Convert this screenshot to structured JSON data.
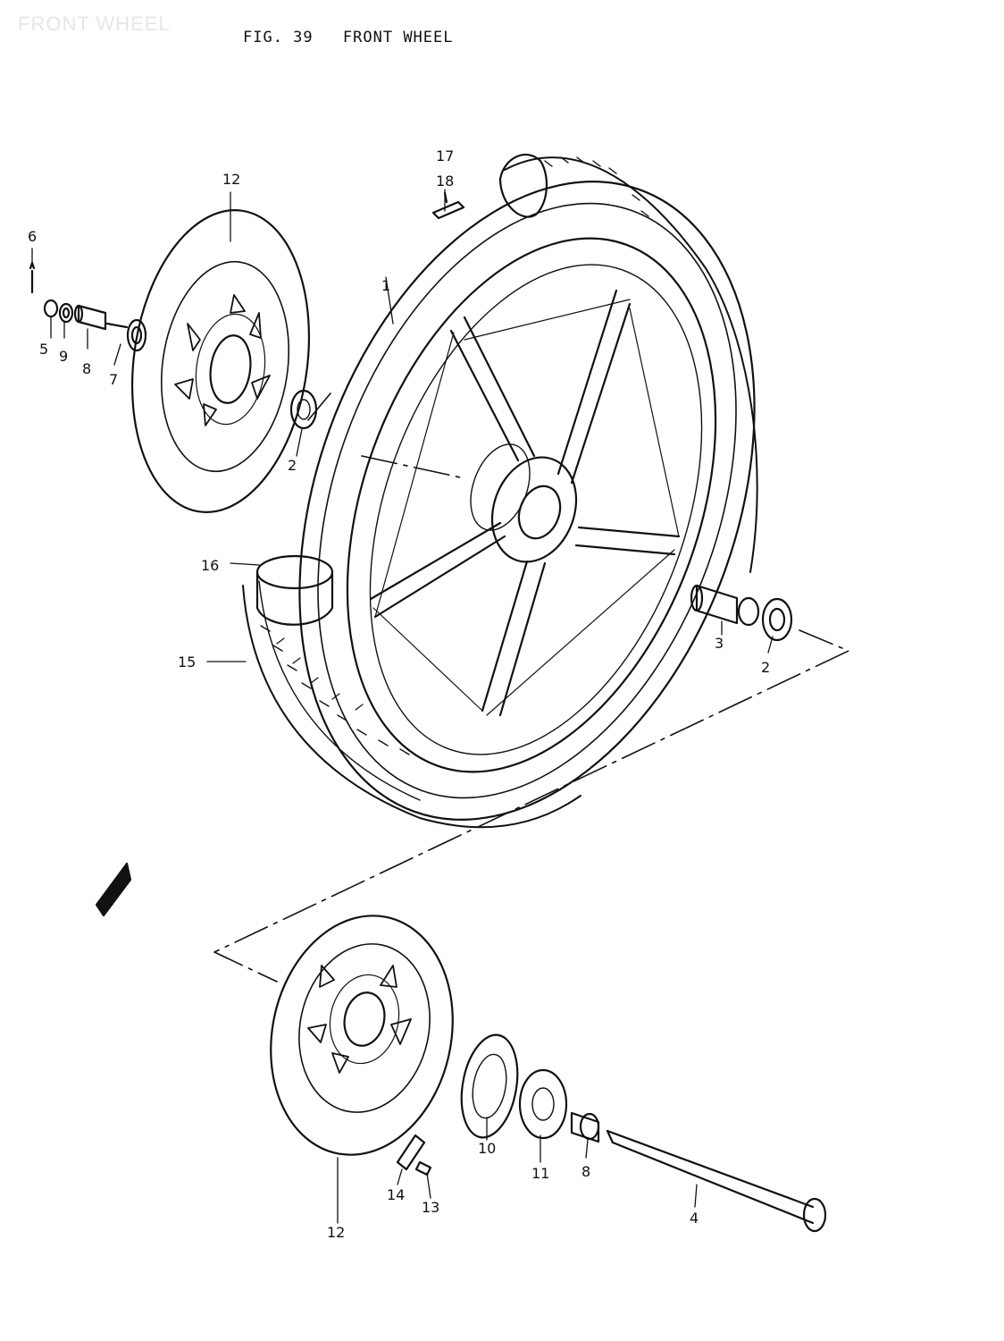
{
  "watermark": "FRONT WHEEL",
  "figure": {
    "number": "FIG. 39",
    "title": "FRONT WHEEL"
  },
  "callouts": [
    "1",
    "2",
    "2",
    "3",
    "4",
    "5",
    "6",
    "7",
    "8",
    "8",
    "9",
    "10",
    "11",
    "12",
    "12",
    "13",
    "14",
    "15",
    "16",
    "17",
    "18"
  ]
}
